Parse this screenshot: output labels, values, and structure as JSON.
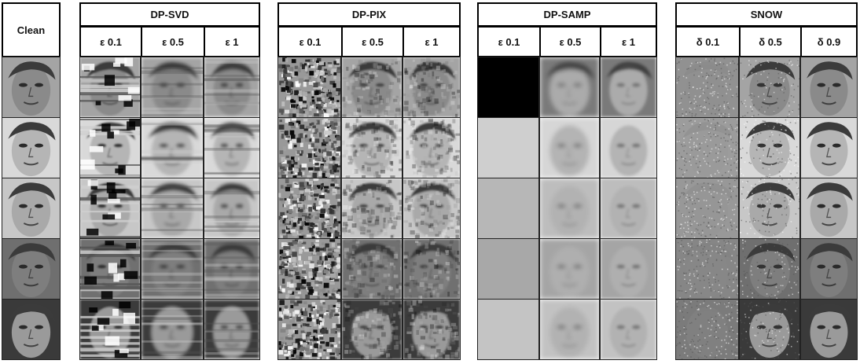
{
  "clean_label": "Clean",
  "groups": [
    {
      "title": "DP-SVD",
      "params": [
        "ε 0.1",
        "ε 0.5",
        "ε 1"
      ]
    },
    {
      "title": "DP-PIX",
      "params": [
        "ε 0.1",
        "ε 0.5",
        "ε 1"
      ]
    },
    {
      "title": "DP-SAMP",
      "params": [
        "ε 0.1",
        "ε 0.5",
        "ε 1"
      ]
    },
    {
      "title": "SNOW",
      "params": [
        "δ 0.1",
        "δ 0.5",
        "δ 0.9"
      ]
    }
  ],
  "row_count": 5,
  "colors": {
    "border": "#000000",
    "dark_background": "#000000"
  }
}
